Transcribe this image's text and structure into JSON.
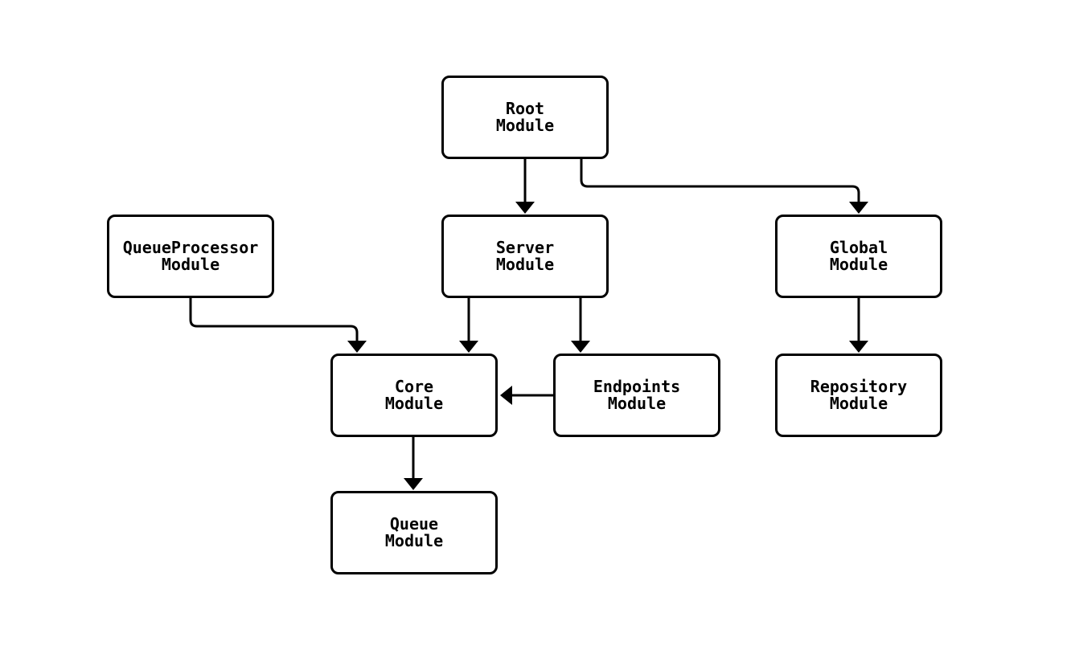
{
  "diagram": {
    "type": "module-dependency-flowchart",
    "colors": {
      "background": "#ffffff",
      "node_fill": "#ffffff",
      "node_border": "#000000",
      "edge_stroke": "#000000",
      "text": "#000000"
    },
    "nodes": [
      {
        "id": "root",
        "title": "Root",
        "subtitle": "Module",
        "label": "Root Module"
      },
      {
        "id": "server",
        "title": "Server",
        "subtitle": "Module",
        "label": "Server Module"
      },
      {
        "id": "queueprocessor",
        "title": "QueueProcessor",
        "subtitle": "Module",
        "label": "QueueProcessor Module"
      },
      {
        "id": "global",
        "title": "Global",
        "subtitle": "Module",
        "label": "Global Module"
      },
      {
        "id": "core",
        "title": "Core",
        "subtitle": "Module",
        "label": "Core Module"
      },
      {
        "id": "endpoints",
        "title": "Endpoints",
        "subtitle": "Module",
        "label": "Endpoints Module"
      },
      {
        "id": "repository",
        "title": "Repository",
        "subtitle": "Module",
        "label": "Repository Module"
      },
      {
        "id": "queue",
        "title": "Queue",
        "subtitle": "Module",
        "label": "Queue Module"
      }
    ],
    "edges": [
      {
        "from": "Root Module",
        "to": "Server Module"
      },
      {
        "from": "Root Module",
        "to": "Global Module"
      },
      {
        "from": "Server Module",
        "to": "Core Module"
      },
      {
        "from": "Server Module",
        "to": "Endpoints Module"
      },
      {
        "from": "QueueProcessor Module",
        "to": "Core Module"
      },
      {
        "from": "Endpoints Module",
        "to": "Core Module"
      },
      {
        "from": "Global Module",
        "to": "Repository Module"
      },
      {
        "from": "Core Module",
        "to": "Queue Module"
      }
    ]
  }
}
